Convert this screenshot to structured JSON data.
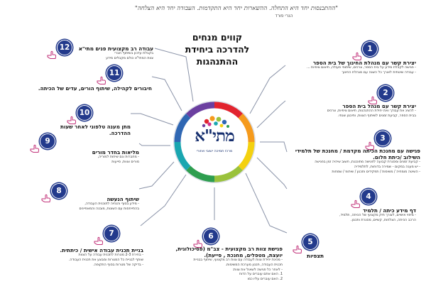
{
  "header": {
    "quote": "\"ההתכנסות יחד היא התחלה. ההשארות יחד היא התקדמות. העבודה יחד היא הצלחה\"",
    "author": "הנרי פורד",
    "title_lines": [
      "קווים מנחים",
      "להדרכה ביחידת",
      "ההתנהגות"
    ]
  },
  "logo": {
    "word": "מתי\"א",
    "subtitle": "מרכז תמיכה ישובי ואזורי"
  },
  "colors": {
    "badge": "#233a8c",
    "ring": [
      "#e2242e",
      "#f59a1c",
      "#f4d10f",
      "#9ac23c",
      "#2e9e4f",
      "#1aa6b0",
      "#2f67b3",
      "#6b3fa0",
      "#d12f8c"
    ]
  },
  "items": [
    {
      "number": "1",
      "icon": "pointing-hand-icon",
      "title": "יצירת קשר עם מנהלת החינוך של בית הספר",
      "body": [
        "- פגישה לקבלת מידע על בית הספר, צרכים, שיתופי פעולה, תיאום ציפיות ...",
        "- עבודה שיטתית לאורך כל השנה עם מנהלת החינוך"
      ]
    },
    {
      "number": "2",
      "icon": "pointing-hand-icon",
      "title": "יצירת קשר עם מנהל בית הספר",
      "body": [
        "- להציג את עבודך ואת יחידת ההתנהגות, תיאום ציפיות, צרכים",
        "בבית הספר, קביעת זמנים לשיתוף הצוות, ותיכנון שנתי."
      ]
    },
    {
      "number": "3",
      "icon": "pointing-hand-icon",
      "title": "פגישה עם מחנכת הכיתה מקדמת / מחנכת של תלמידי השילוב /כיתת חלום.",
      "body": [
        "- קביעת זמנים ומסגרת קבועה לפגישה מתוכננת, חשוב שיהיה זמן בפגישה",
        "- יש מענה במקום - שמירה בדוחות, לתלמידיה",
        "- השיטה מומחיה / משימות / תפקידים ותכנון / שיתופ / שמחות"
      ]
    },
    {
      "number": "4",
      "icon": "pointing-hand-icon",
      "title": "דף מידע כיתה / תלמיד",
      "body": [
        "- מיפוי אישיים, לצורך תיק מקצועי של הכיתה, תלמיד,",
        "הרכב הכיתה, הצלחות, קשיים, מסגרת ותכנון."
      ]
    },
    {
      "number": "5",
      "icon": "pointing-hand-icon",
      "title": "תצפיות",
      "body": []
    },
    {
      "number": "6",
      "icon": "pointing-hand-icon",
      "title": "פגישת צוות רב מקצועית - צב\"מ (פסיכולוגית, יועצת, מטפלים, מחנכת , סייעת).",
      "body": [
        "- מכינת יחידת צוות לעבודה עם צוות רב מקצועי, שיתוף בבניית",
        "תכנית העבודה, תכנון מערכת המשימות.",
        "- לאחר כל פגישה לשאול את צוות:",
        "1. האם אתם עוברים על הדוח",
        "2. האם עוברים עליו כמו"
      ]
    },
    {
      "number": "7",
      "icon": "pointing-hand-icon",
      "title": "בניית תכנית עבודה אישית / כיתתית.",
      "body": [
        "- בחירת 2-3 מטרות לתכנית עבודה על הצוות",
        "שותף לבניית כל המטרות ומבצע את תכנית העבודה.",
        "- בדיקה של מטרות בסוף התקופה."
      ]
    },
    {
      "number": "8",
      "icon": "pointing-hand-icon",
      "title": "שיתוף הנעשה",
      "body": [
        "- מידע בסוף והנחיה לתוכנית העבודה,",
        "בהתייחסות עם השונות, מובנה והמאפיינים"
      ]
    },
    {
      "number": "9",
      "icon": "pointing-hand-icon",
      "title": "מליאות בחדר מורים",
      "body": [
        "- מחברות וגם שיחות למוריה,",
        "מורים וצוות, סייעות"
      ]
    },
    {
      "number": "10",
      "icon": "pointing-hand-icon",
      "title": "מתן מענה טלפוני לאחר שעות ההדרכה.",
      "body": []
    },
    {
      "number": "11",
      "icon": "pointing-hand-icon",
      "title": "חיבורים לקהילה, שיתוף הורים, עדים של הכיתה.",
      "body": []
    },
    {
      "number": "12",
      "icon": "pointing-hand-icon",
      "title": "עבודה רב מקצועית פנים מתי\"א",
      "body": [
        "בקבלת עדכון בשיתוף חברי",
        "צוות המתי\"א כולם מקבלים מידע"
      ]
    }
  ]
}
